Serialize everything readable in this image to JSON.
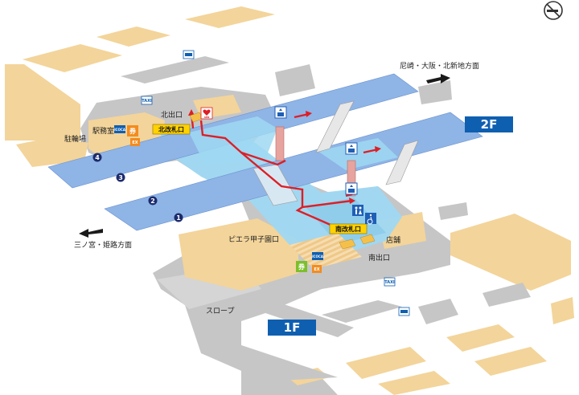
{
  "labels": {
    "north_exit": "北出口",
    "north_gate": "北改札口",
    "station_office": "駅務室",
    "bicycle_parking": "駐輪場",
    "direction_east": "尼崎・大阪・北新地方面",
    "direction_west": "三ノ宮・姫路方面",
    "south_gate": "南改札口",
    "shop": "店舗",
    "south_exit": "南出口",
    "piera_koshien_exit": "ピエラ甲子園口",
    "slope": "スロープ"
  },
  "floors": {
    "upper": "2F",
    "lower": "1F"
  },
  "platforms": [
    "1",
    "2",
    "3",
    "4"
  ],
  "icons": {
    "taxi": "TAXI",
    "ticket": "券",
    "ex": "EX",
    "icoca": "ICOCA",
    "aed": "AED",
    "toilet": "toilet-icon",
    "wheelchair": "wheelchair-icon",
    "elevator": "elevator-icon",
    "escalator": "escalator-icon",
    "bus": "bus-icon",
    "no_smoking": "no-smoking-icon",
    "north_arrow": "north-arrow-icon"
  },
  "colors": {
    "platform_blue": "#8fb4e6",
    "concourse_cyan": "#9fd8f2",
    "ground_gray": "#c6c6c6",
    "building_beige": "#f3d49a",
    "route_red": "#dd1f26",
    "floor_badge": "#0f5fb1"
  }
}
